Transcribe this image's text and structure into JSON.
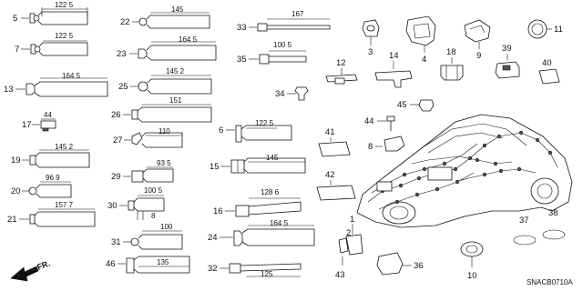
{
  "clips": [
    {
      "id": "c5",
      "number": "5",
      "dimension": "122 5"
    },
    {
      "id": "c7",
      "number": "7",
      "dimension": "122 5"
    },
    {
      "id": "c13",
      "number": "13",
      "dimension": "164 5"
    },
    {
      "id": "c17",
      "number": "17",
      "dimension": "44"
    },
    {
      "id": "c19",
      "number": "19",
      "dimension": "145 2"
    },
    {
      "id": "c20",
      "number": "20",
      "dimension": "96 9"
    },
    {
      "id": "c21",
      "number": "21",
      "dimension": "157 7"
    },
    {
      "id": "c22",
      "number": "22",
      "dimension": "145"
    },
    {
      "id": "c23",
      "number": "23",
      "dimension": "164 5"
    },
    {
      "id": "c25",
      "number": "25",
      "dimension": "145 2"
    },
    {
      "id": "c26",
      "number": "26",
      "dimension": "151"
    },
    {
      "id": "c27",
      "number": "27",
      "dimension": "110"
    },
    {
      "id": "c29",
      "number": "29",
      "dimension": "93 5"
    },
    {
      "id": "c30",
      "number": "30",
      "dimension": "100 5",
      "dimension2": "8"
    },
    {
      "id": "c31",
      "number": "31",
      "dimension": "100"
    },
    {
      "id": "c46",
      "number": "46",
      "dimension": "135"
    },
    {
      "id": "c33",
      "number": "33",
      "dimension": "167"
    },
    {
      "id": "c35",
      "number": "35",
      "dimension": "100 5"
    },
    {
      "id": "c6",
      "number": "6",
      "dimension": "122 5"
    },
    {
      "id": "c15",
      "number": "15",
      "dimension": "145"
    },
    {
      "id": "c16",
      "number": "16",
      "dimension": "128 6"
    },
    {
      "id": "c24",
      "number": "24",
      "dimension": "164 5"
    },
    {
      "id": "c32",
      "number": "32",
      "dimension": "125"
    }
  ],
  "parts": [
    {
      "id": "p34",
      "number": "34"
    },
    {
      "id": "p12",
      "number": "12"
    },
    {
      "id": "p14",
      "number": "14"
    },
    {
      "id": "p3",
      "number": "3"
    },
    {
      "id": "p4",
      "number": "4"
    },
    {
      "id": "p18",
      "number": "18"
    },
    {
      "id": "p9",
      "number": "9"
    },
    {
      "id": "p11",
      "number": "11"
    },
    {
      "id": "p39",
      "number": "39"
    },
    {
      "id": "p40",
      "number": "40"
    },
    {
      "id": "p45",
      "number": "45"
    },
    {
      "id": "p44",
      "number": "44"
    },
    {
      "id": "p41",
      "number": "41"
    },
    {
      "id": "p8",
      "number": "8"
    },
    {
      "id": "p42",
      "number": "42"
    },
    {
      "id": "p1",
      "number": "1"
    },
    {
      "id": "p2",
      "number": "2"
    },
    {
      "id": "p43",
      "number": "43"
    },
    {
      "id": "p36",
      "number": "36"
    },
    {
      "id": "p10",
      "number": "10"
    },
    {
      "id": "p37",
      "number": "37"
    },
    {
      "id": "p38",
      "number": "38"
    }
  ],
  "front_label": "FR.",
  "diagram_code": "SNACB0710A"
}
